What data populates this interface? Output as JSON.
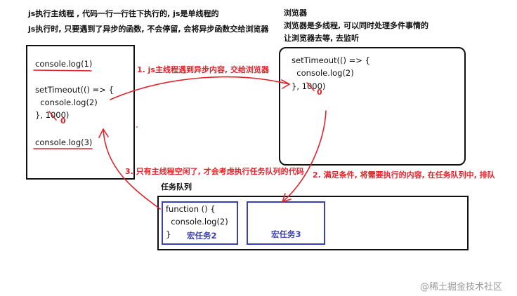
{
  "notes": {
    "main_line1": "js执行主线程 , 代码一行一行往下执行的, js是单线程的",
    "main_line2": "js执行时, 只要遇到了异步的函数, 不会停留, 会将异步函数交给浏览器",
    "browser_title": "浏览器",
    "browser_line1": "浏览器是多线程, 可以同时处理多件事情的",
    "browser_line2": "让浏览器去等, 去监听"
  },
  "main_code": {
    "line1": "console.log(1)",
    "line2": "setTimeout(() => {",
    "line3": "  console.log(2)",
    "line4": "}, 1000)",
    "line5": "console.log(3)",
    "mark": "0"
  },
  "browser_code": {
    "line1": "setTimeout(() => {",
    "line2": "  console.log(2)",
    "line3": "}, 1000)",
    "mark": "0"
  },
  "queue": {
    "title": "任务队列",
    "task1": {
      "line1": "function () {",
      "line2": "  console.log(2)",
      "line3": "}",
      "label": "宏任务2"
    },
    "task2": {
      "label": "宏任务3"
    }
  },
  "steps": {
    "step1": "1. js主线程遇到异步内容, 交给浏览器",
    "step2": "2. 满足条件, 将需要执行的内容, 在任务队列中, 排队",
    "step3": "3. 只有主线程空闲了, 才会考虑执行任务队列的代码"
  },
  "watermark": "@稀土掘金技术社区",
  "colors": {
    "annotation": "#e0242c",
    "task_box": "#3b3fb6",
    "box": "#111111"
  }
}
